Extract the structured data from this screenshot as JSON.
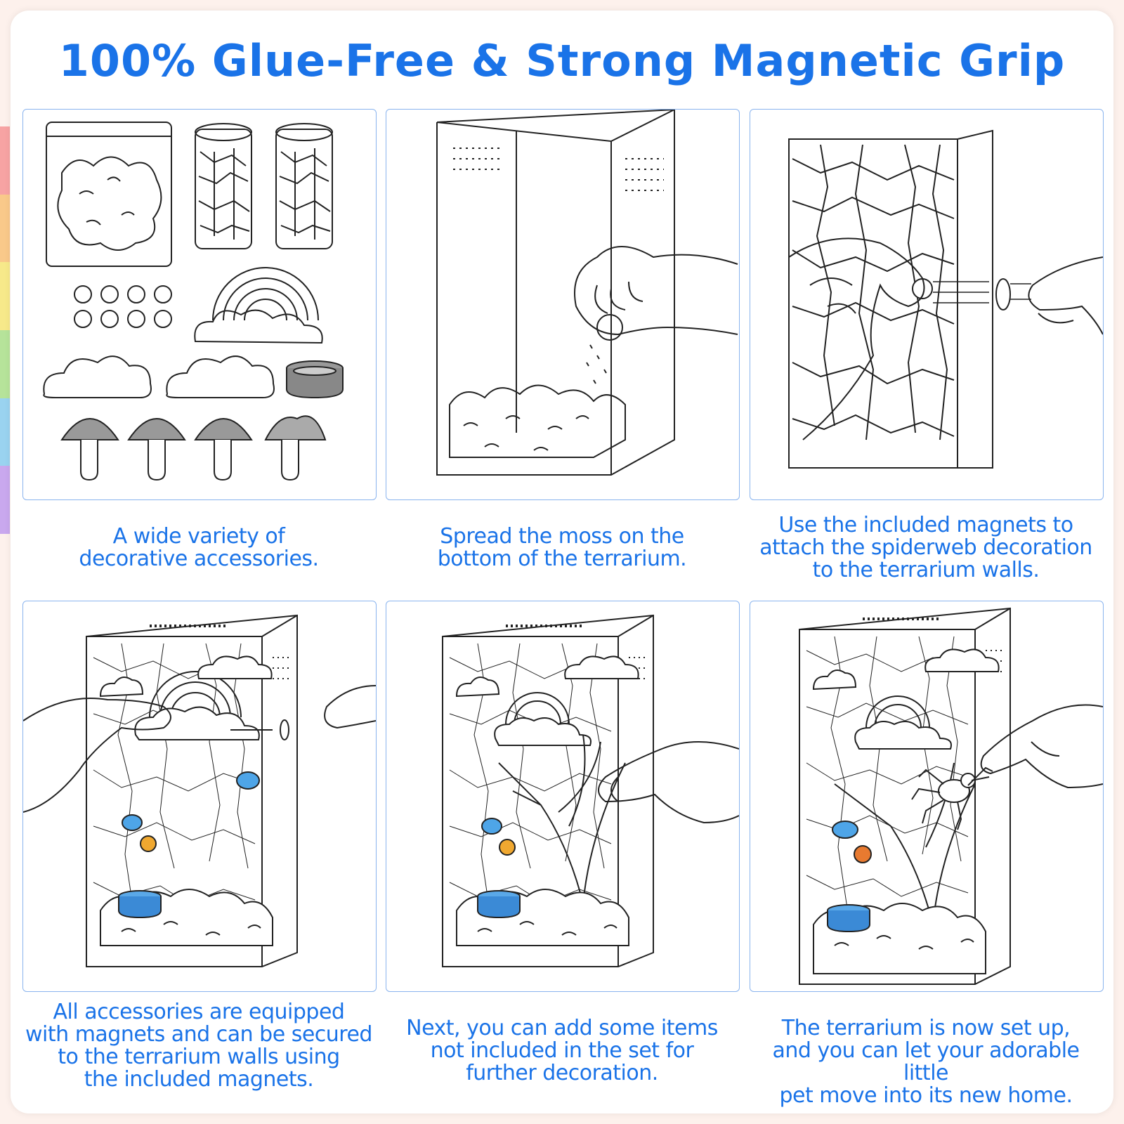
{
  "title": "100% Glue-Free & Strong Magnetic Grip",
  "colors": {
    "accent": "#1a73e8",
    "panel_border": "#8ab4ee",
    "line": "#222222"
  },
  "steps": [
    {
      "caption_lines": [
        "A wide variety of",
        "decorative accessories."
      ]
    },
    {
      "caption_lines": [
        "Spread the moss on the",
        "bottom of the terrarium."
      ]
    },
    {
      "caption_lines": [
        "Use the included magnets to",
        "attach the spiderweb decoration",
        "to the terrarium walls."
      ]
    },
    {
      "caption_lines": [
        "All accessories are equipped",
        "with magnets and can be secured",
        "to the terrarium walls using",
        "the included magnets."
      ]
    },
    {
      "caption_lines": [
        "Next, you can add some items",
        "not included in the set for",
        "further decoration."
      ]
    },
    {
      "caption_lines": [
        "The terrarium is now set up,",
        "and you can let your adorable little",
        "pet move into its new home."
      ]
    }
  ]
}
